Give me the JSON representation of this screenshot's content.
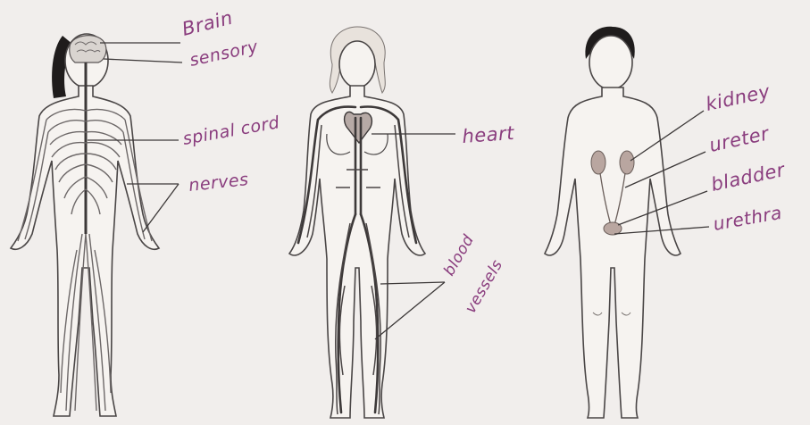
{
  "labels": {
    "brain": "Brain",
    "sensory": "sensory",
    "spinal_cord": "spinal cord",
    "nerves": "nerves",
    "heart": "heart",
    "blood_vessels_1": "blood",
    "blood_vessels_2": "vessels",
    "kidney": "kidney",
    "ureter": "ureter",
    "bladder": "bladder",
    "urethra": "urethra"
  },
  "colors": {
    "handwriting": "#8a3d7e",
    "line": "#3c3838",
    "background": "#f1eeec"
  }
}
